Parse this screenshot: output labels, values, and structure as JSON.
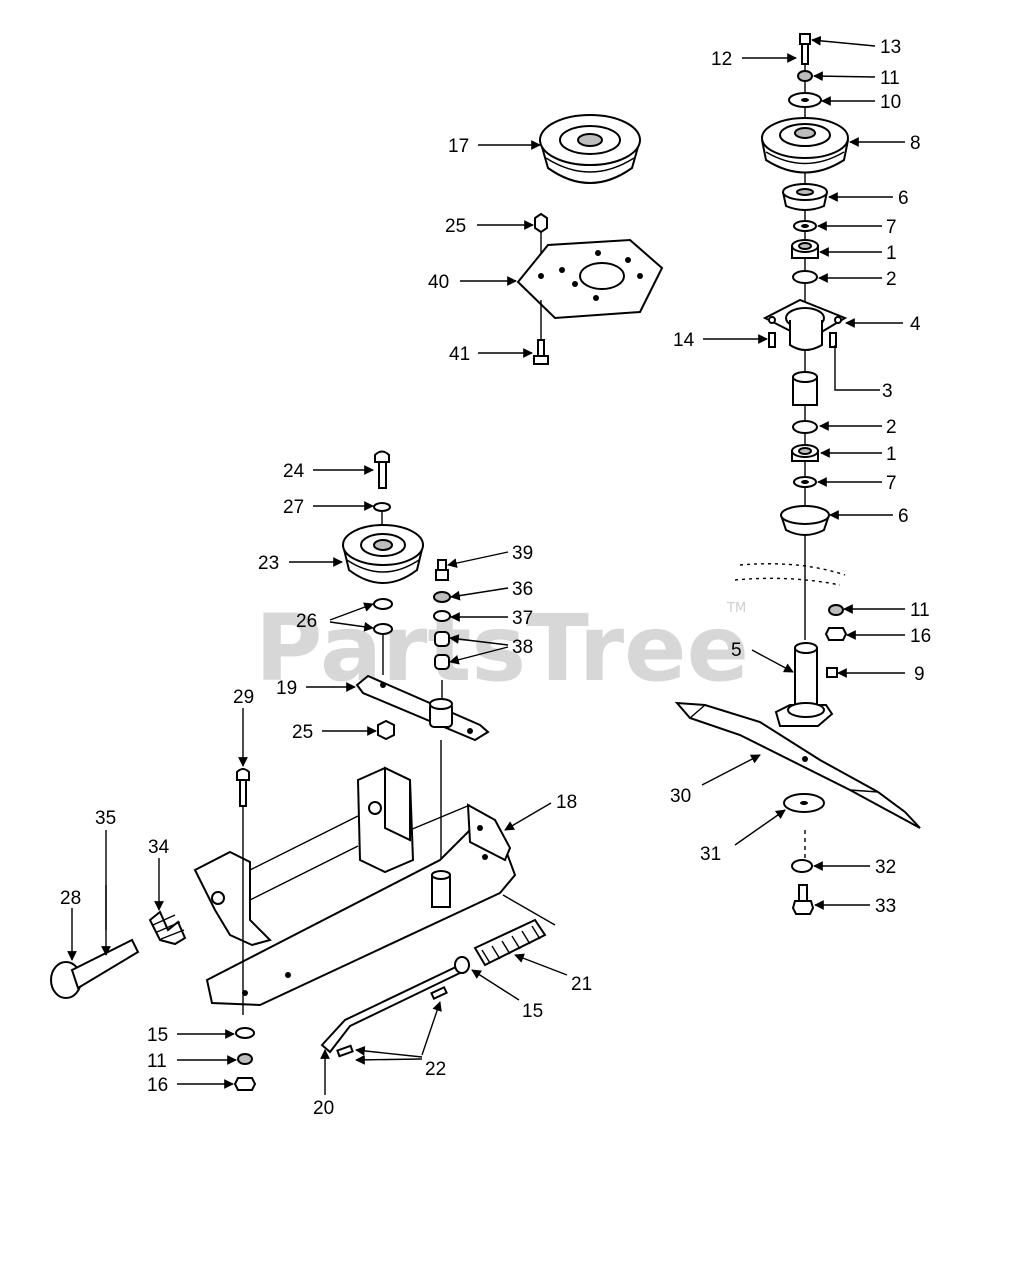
{
  "watermark": {
    "text": "PartsTree",
    "tm": "TM"
  },
  "callouts": [
    {
      "id": "c12",
      "text": "12"
    },
    {
      "id": "c13",
      "text": "13"
    },
    {
      "id": "c11a",
      "text": "11"
    },
    {
      "id": "c10",
      "text": "10"
    },
    {
      "id": "c17",
      "text": "17"
    },
    {
      "id": "c8",
      "text": "8"
    },
    {
      "id": "c6a",
      "text": "6"
    },
    {
      "id": "c25a",
      "text": "25"
    },
    {
      "id": "c7a",
      "text": "7"
    },
    {
      "id": "c1a",
      "text": "1"
    },
    {
      "id": "c40",
      "text": "40"
    },
    {
      "id": "c2a",
      "text": "2"
    },
    {
      "id": "c4",
      "text": "4"
    },
    {
      "id": "c14",
      "text": "14"
    },
    {
      "id": "c41",
      "text": "41"
    },
    {
      "id": "c3",
      "text": "3"
    },
    {
      "id": "c2b",
      "text": "2"
    },
    {
      "id": "c1b",
      "text": "1"
    },
    {
      "id": "c24",
      "text": "24"
    },
    {
      "id": "c7b",
      "text": "7"
    },
    {
      "id": "c27",
      "text": "27"
    },
    {
      "id": "c6b",
      "text": "6"
    },
    {
      "id": "c39",
      "text": "39"
    },
    {
      "id": "c23",
      "text": "23"
    },
    {
      "id": "c36",
      "text": "36"
    },
    {
      "id": "c11b",
      "text": "11"
    },
    {
      "id": "c26",
      "text": "26"
    },
    {
      "id": "c37",
      "text": "37"
    },
    {
      "id": "c16a",
      "text": "16"
    },
    {
      "id": "c38",
      "text": "38"
    },
    {
      "id": "c5",
      "text": "5"
    },
    {
      "id": "c9",
      "text": "9"
    },
    {
      "id": "c19",
      "text": "19"
    },
    {
      "id": "c29",
      "text": "29"
    },
    {
      "id": "c25b",
      "text": "25"
    },
    {
      "id": "c30",
      "text": "30"
    },
    {
      "id": "c18",
      "text": "18"
    },
    {
      "id": "c35",
      "text": "35"
    },
    {
      "id": "c31",
      "text": "31"
    },
    {
      "id": "c34",
      "text": "34"
    },
    {
      "id": "c32",
      "text": "32"
    },
    {
      "id": "c28",
      "text": "28"
    },
    {
      "id": "c33",
      "text": "33"
    },
    {
      "id": "c21",
      "text": "21"
    },
    {
      "id": "c15a",
      "text": "15"
    },
    {
      "id": "c15b",
      "text": "15"
    },
    {
      "id": "c22",
      "text": "22"
    },
    {
      "id": "c11c",
      "text": "11"
    },
    {
      "id": "c16b",
      "text": "16"
    },
    {
      "id": "c20",
      "text": "20"
    }
  ]
}
